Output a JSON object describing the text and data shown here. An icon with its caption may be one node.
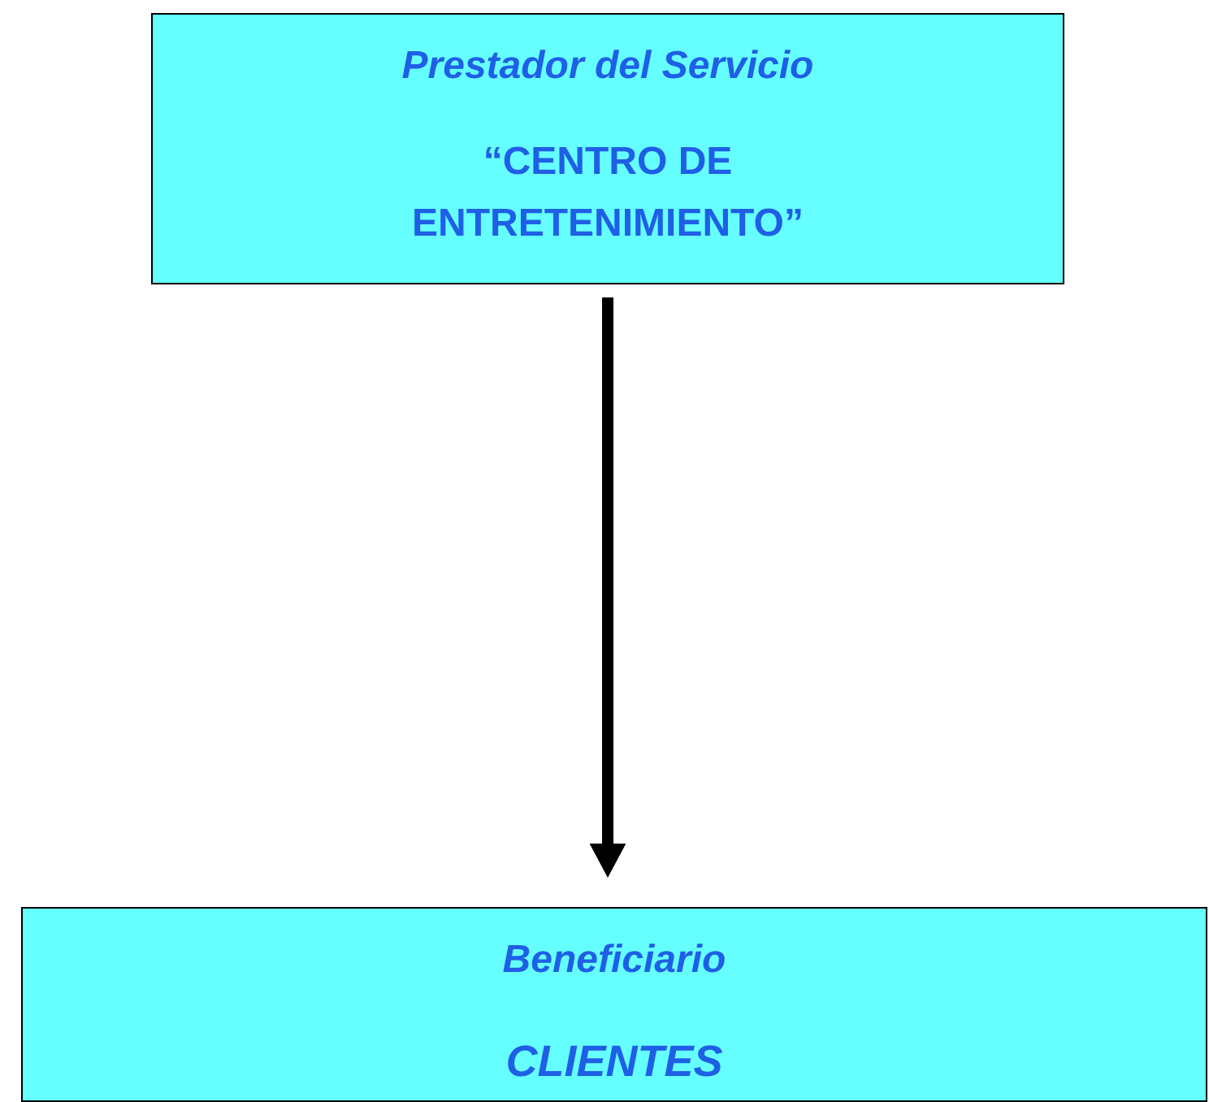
{
  "diagram": {
    "nodes": [
      {
        "text": [
          "Prestador del Servicio",
          "“CENTRO DE ENTRETENIMIENTO”"
        ]
      },
      {
        "text": [
          "Beneficiario",
          "CLIENTES"
        ]
      }
    ],
    "edges": [
      {
        "from": 0,
        "to": 1,
        "arrow": "to"
      }
    ]
  }
}
